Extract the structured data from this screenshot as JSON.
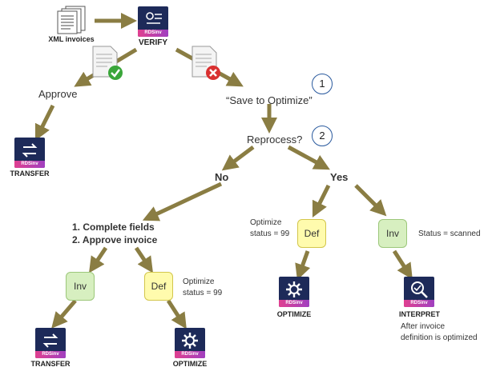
{
  "colors": {
    "arrow": "#8a7d43",
    "tile": "#1d2a59",
    "inv_fill": "#d7efc0",
    "def_fill": "#fffbad",
    "circle_border": "#2a5a9e"
  },
  "top": {
    "xml_invoices_label": "XML invoices",
    "verify_label": "VERIFY",
    "approve_label": "Approve",
    "save_label": "“Save to Optimize”",
    "step1": "1",
    "reprocess_label": "Reprocess?",
    "step2": "2",
    "no_label": "No",
    "yes_label": "Yes"
  },
  "app_band": "RDSinv",
  "left_branch": {
    "transfer_label": "TRANSFER",
    "steps": [
      "1.   Complete fields",
      "2.   Approve invoice"
    ],
    "inv_label": "Inv",
    "def_label": "Def",
    "def_note_line1": "Optimize",
    "def_note_line2": "status = 99",
    "transfer2_label": "TRANSFER",
    "optimize_label": "OPTIMIZE"
  },
  "right_branch": {
    "def_note_line1": "Optimize",
    "def_note_line2": "status = 99",
    "def_label": "Def",
    "inv_label": "Inv",
    "inv_note": "Status = scanned",
    "optimize_label": "OPTIMIZE",
    "interpret_label": "INTERPRET",
    "after_note_line1": "After invoice",
    "after_note_line2": "definition is optimized"
  },
  "icons": {
    "docs": "document-stack-icon",
    "verify": "verify-app-icon",
    "approved_doc": "approved-document-icon",
    "rejected_doc": "rejected-document-icon",
    "transfer": "transfer-app-icon",
    "optimize": "optimize-app-icon",
    "interpret": "interpret-app-icon"
  }
}
